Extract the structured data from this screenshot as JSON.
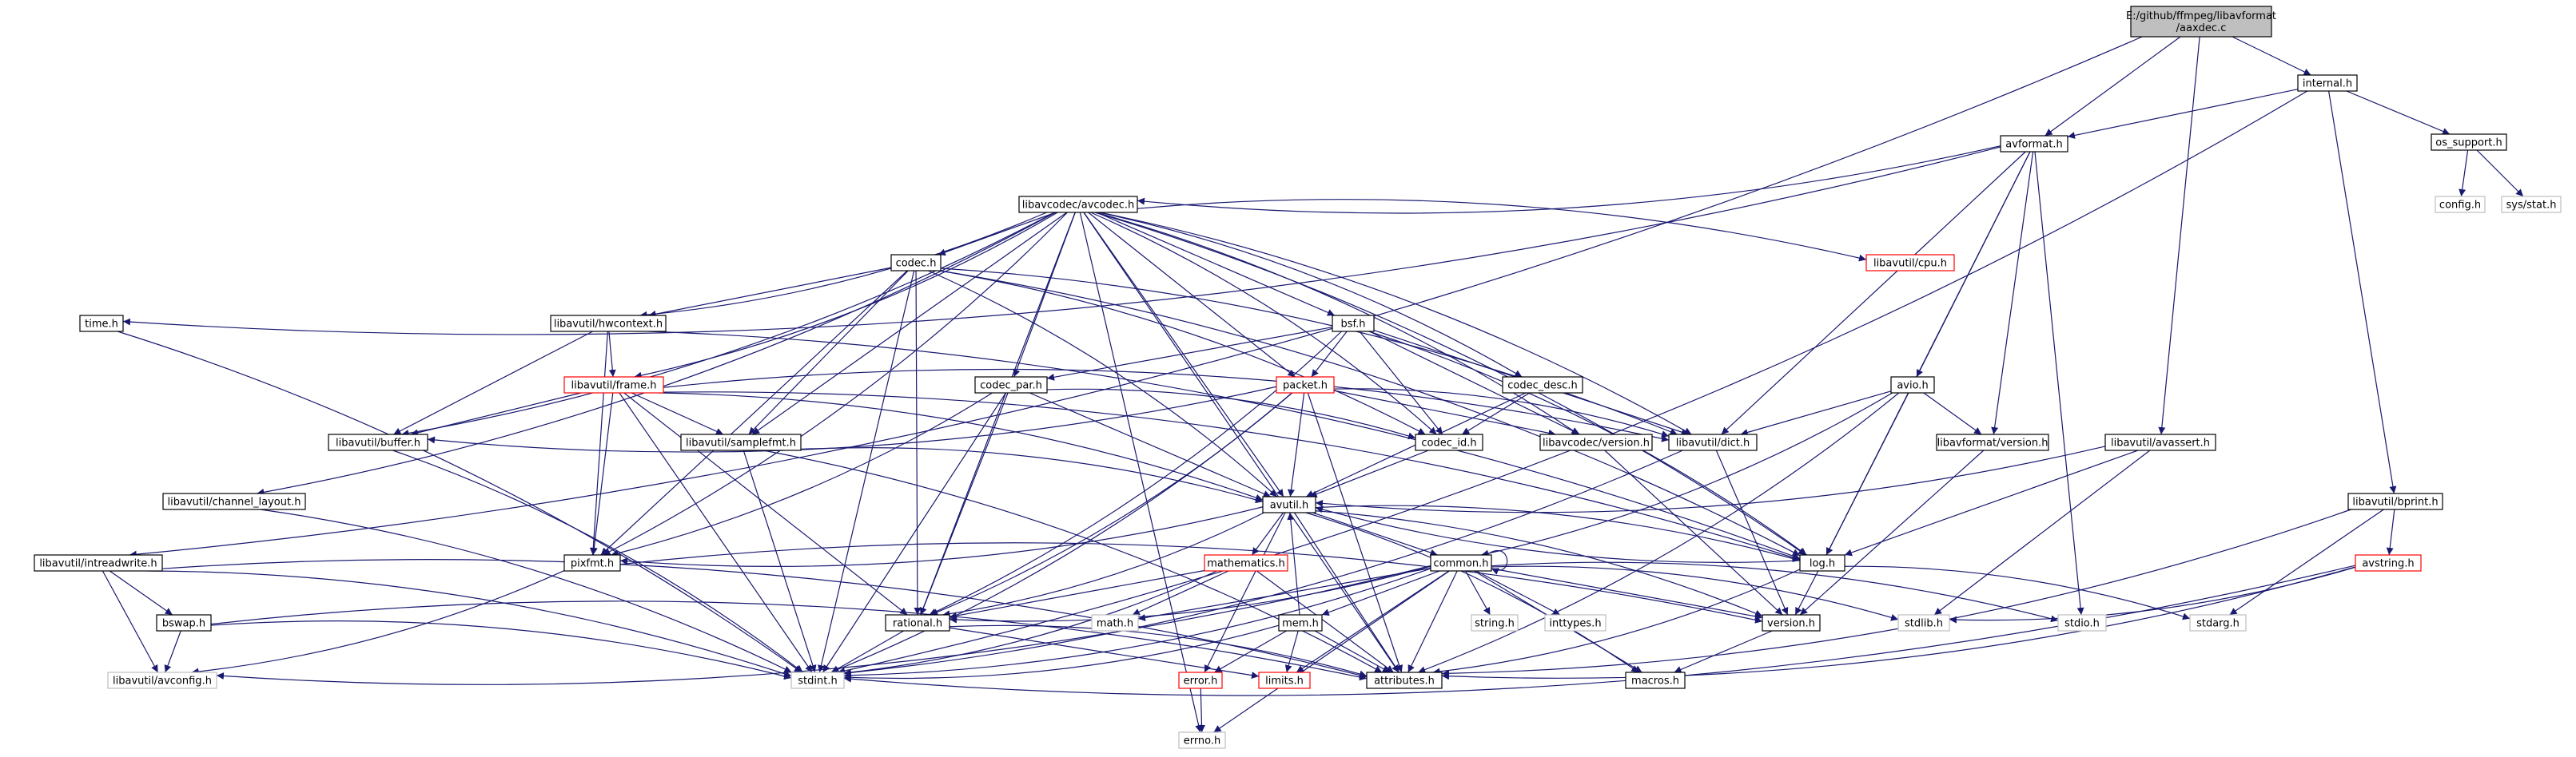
{
  "colors": {
    "edge": "#191970",
    "node_border": "#000000",
    "node_red": "#ff0000",
    "node_gray": "#bfbfbf",
    "root_fill": "#bfbfbf",
    "node_fill": "#ffffff"
  },
  "nodes": [
    {
      "id": "aaxdec",
      "lines": [
        "E:/github/ffmpeg/libavformat",
        "/aaxdec.c"
      ],
      "style": "root"
    },
    {
      "id": "internal",
      "lines": [
        "internal.h"
      ],
      "style": "normal"
    },
    {
      "id": "avformat",
      "lines": [
        "avformat.h"
      ],
      "style": "normal"
    },
    {
      "id": "os_support",
      "lines": [
        "os_support.h"
      ],
      "style": "normal"
    },
    {
      "id": "config",
      "lines": [
        "config.h"
      ],
      "style": "gray"
    },
    {
      "id": "sysstat",
      "lines": [
        "sys/stat.h"
      ],
      "style": "gray"
    },
    {
      "id": "avcodec",
      "lines": [
        "libavcodec/avcodec.h"
      ],
      "style": "normal"
    },
    {
      "id": "codec",
      "lines": [
        "codec.h"
      ],
      "style": "normal"
    },
    {
      "id": "time",
      "lines": [
        "time.h"
      ],
      "style": "normal"
    },
    {
      "id": "hwcontext",
      "lines": [
        "libavutil/hwcontext.h"
      ],
      "style": "normal"
    },
    {
      "id": "cpu",
      "lines": [
        "libavutil/cpu.h"
      ],
      "style": "red"
    },
    {
      "id": "bsf",
      "lines": [
        "bsf.h"
      ],
      "style": "normal"
    },
    {
      "id": "frame",
      "lines": [
        "libavutil/frame.h"
      ],
      "style": "red"
    },
    {
      "id": "codec_par",
      "lines": [
        "codec_par.h"
      ],
      "style": "normal"
    },
    {
      "id": "packet",
      "lines": [
        "packet.h"
      ],
      "style": "red"
    },
    {
      "id": "codec_desc",
      "lines": [
        "codec_desc.h"
      ],
      "style": "normal"
    },
    {
      "id": "avio",
      "lines": [
        "avio.h"
      ],
      "style": "normal"
    },
    {
      "id": "buffer",
      "lines": [
        "libavutil/buffer.h"
      ],
      "style": "normal"
    },
    {
      "id": "samplefmt",
      "lines": [
        "libavutil/samplefmt.h"
      ],
      "style": "normal"
    },
    {
      "id": "codec_id",
      "lines": [
        "codec_id.h"
      ],
      "style": "normal"
    },
    {
      "id": "lavc_version",
      "lines": [
        "libavcodec/version.h"
      ],
      "style": "normal"
    },
    {
      "id": "dict",
      "lines": [
        "libavutil/dict.h"
      ],
      "style": "normal"
    },
    {
      "id": "lavf_version",
      "lines": [
        "libavformat/version.h"
      ],
      "style": "normal"
    },
    {
      "id": "avassert",
      "lines": [
        "libavutil/avassert.h"
      ],
      "style": "normal"
    },
    {
      "id": "channel_layout",
      "lines": [
        "libavutil/channel_layout.h"
      ],
      "style": "normal"
    },
    {
      "id": "avutil",
      "lines": [
        "avutil.h"
      ],
      "style": "normal"
    },
    {
      "id": "bprint",
      "lines": [
        "libavutil/bprint.h"
      ],
      "style": "normal"
    },
    {
      "id": "intreadwrite",
      "lines": [
        "libavutil/intreadwrite.h"
      ],
      "style": "normal"
    },
    {
      "id": "pixfmt",
      "lines": [
        "pixfmt.h"
      ],
      "style": "normal"
    },
    {
      "id": "mathematics",
      "lines": [
        "mathematics.h"
      ],
      "style": "red"
    },
    {
      "id": "common",
      "lines": [
        "common.h"
      ],
      "style": "normal"
    },
    {
      "id": "log",
      "lines": [
        "log.h"
      ],
      "style": "normal"
    },
    {
      "id": "avstring",
      "lines": [
        "avstring.h"
      ],
      "style": "red"
    },
    {
      "id": "bswap",
      "lines": [
        "bswap.h"
      ],
      "style": "normal"
    },
    {
      "id": "rational",
      "lines": [
        "rational.h"
      ],
      "style": "normal"
    },
    {
      "id": "math",
      "lines": [
        "math.h"
      ],
      "style": "gray"
    },
    {
      "id": "mem",
      "lines": [
        "mem.h"
      ],
      "style": "normal"
    },
    {
      "id": "string",
      "lines": [
        "string.h"
      ],
      "style": "gray"
    },
    {
      "id": "inttypes",
      "lines": [
        "inttypes.h"
      ],
      "style": "gray"
    },
    {
      "id": "version",
      "lines": [
        "version.h"
      ],
      "style": "normal"
    },
    {
      "id": "stdlib",
      "lines": [
        "stdlib.h"
      ],
      "style": "gray"
    },
    {
      "id": "stdio",
      "lines": [
        "stdio.h"
      ],
      "style": "gray"
    },
    {
      "id": "stdarg",
      "lines": [
        "stdarg.h"
      ],
      "style": "gray"
    },
    {
      "id": "avconfig",
      "lines": [
        "libavutil/avconfig.h"
      ],
      "style": "gray"
    },
    {
      "id": "stdint",
      "lines": [
        "stdint.h"
      ],
      "style": "gray"
    },
    {
      "id": "error",
      "lines": [
        "error.h"
      ],
      "style": "red"
    },
    {
      "id": "limits",
      "lines": [
        "limits.h"
      ],
      "style": "red"
    },
    {
      "id": "attributes",
      "lines": [
        "attributes.h"
      ],
      "style": "normal"
    },
    {
      "id": "macros",
      "lines": [
        "macros.h"
      ],
      "style": "normal"
    },
    {
      "id": "errno",
      "lines": [
        "errno.h"
      ],
      "style": "gray"
    }
  ],
  "edges": [
    [
      "aaxdec",
      "internal"
    ],
    [
      "aaxdec",
      "avformat"
    ],
    [
      "aaxdec",
      "intreadwrite"
    ],
    [
      "aaxdec",
      "avassert"
    ],
    [
      "internal",
      "avformat"
    ],
    [
      "internal",
      "os_support"
    ],
    [
      "internal",
      "bprint"
    ],
    [
      "internal",
      "stdint"
    ],
    [
      "os_support",
      "config"
    ],
    [
      "os_support",
      "sysstat"
    ],
    [
      "avformat",
      "avcodec"
    ],
    [
      "avformat",
      "time"
    ],
    [
      "avformat",
      "avio"
    ],
    [
      "avformat",
      "dict"
    ],
    [
      "avformat",
      "lavf_version"
    ],
    [
      "avformat",
      "log"
    ],
    [
      "avformat",
      "stdio"
    ],
    [
      "avcodec",
      "codec"
    ],
    [
      "avcodec",
      "hwcontext"
    ],
    [
      "avcodec",
      "cpu"
    ],
    [
      "avcodec",
      "bsf"
    ],
    [
      "avcodec",
      "frame"
    ],
    [
      "avcodec",
      "codec_par"
    ],
    [
      "avcodec",
      "packet"
    ],
    [
      "avcodec",
      "codec_desc"
    ],
    [
      "avcodec",
      "buffer"
    ],
    [
      "avcodec",
      "samplefmt"
    ],
    [
      "avcodec",
      "codec_id"
    ],
    [
      "avcodec",
      "lavc_version"
    ],
    [
      "avcodec",
      "dict"
    ],
    [
      "avcodec",
      "channel_layout"
    ],
    [
      "avcodec",
      "avutil"
    ],
    [
      "avcodec",
      "log"
    ],
    [
      "avcodec",
      "pixfmt"
    ],
    [
      "avcodec",
      "rational"
    ],
    [
      "avcodec",
      "attributes"
    ],
    [
      "avcodec",
      "errno"
    ],
    [
      "codec",
      "hwcontext"
    ],
    [
      "codec",
      "samplefmt"
    ],
    [
      "codec",
      "codec_id"
    ],
    [
      "codec",
      "avutil"
    ],
    [
      "codec",
      "pixfmt"
    ],
    [
      "codec",
      "rational"
    ],
    [
      "codec",
      "log"
    ],
    [
      "codec",
      "dict"
    ],
    [
      "codec",
      "stdint"
    ],
    [
      "hwcontext",
      "buffer"
    ],
    [
      "hwcontext",
      "frame"
    ],
    [
      "hwcontext",
      "pixfmt"
    ],
    [
      "hwcontext",
      "log"
    ],
    [
      "frame",
      "buffer"
    ],
    [
      "frame",
      "samplefmt"
    ],
    [
      "frame",
      "dict"
    ],
    [
      "frame",
      "avutil"
    ],
    [
      "frame",
      "pixfmt"
    ],
    [
      "frame",
      "rational"
    ],
    [
      "frame",
      "log"
    ],
    [
      "frame",
      "stdint"
    ],
    [
      "bsf",
      "codec_par"
    ],
    [
      "bsf",
      "packet"
    ],
    [
      "bsf",
      "codec_id"
    ],
    [
      "bsf",
      "dict"
    ],
    [
      "bsf",
      "lavc_version"
    ],
    [
      "bsf",
      "log"
    ],
    [
      "bsf",
      "rational"
    ],
    [
      "codec_par",
      "codec_id"
    ],
    [
      "codec_par",
      "avutil"
    ],
    [
      "codec_par",
      "pixfmt"
    ],
    [
      "codec_par",
      "rational"
    ],
    [
      "codec_par",
      "stdint"
    ],
    [
      "packet",
      "buffer"
    ],
    [
      "packet",
      "dict"
    ],
    [
      "packet",
      "avutil"
    ],
    [
      "packet",
      "rational"
    ],
    [
      "packet",
      "stdint"
    ],
    [
      "packet",
      "attributes"
    ],
    [
      "packet",
      "lavc_version"
    ],
    [
      "codec_desc",
      "codec_id"
    ],
    [
      "codec_desc",
      "avutil"
    ],
    [
      "avio",
      "dict"
    ],
    [
      "avio",
      "common"
    ],
    [
      "avio",
      "log"
    ],
    [
      "avio",
      "lavf_version"
    ],
    [
      "avio",
      "attributes"
    ],
    [
      "buffer",
      "stdint"
    ],
    [
      "samplefmt",
      "avutil"
    ],
    [
      "samplefmt",
      "attributes"
    ],
    [
      "samplefmt",
      "stdint"
    ],
    [
      "codec_id",
      "avutil"
    ],
    [
      "lavc_version",
      "version"
    ],
    [
      "dict",
      "version"
    ],
    [
      "dict",
      "stdint"
    ],
    [
      "lavf_version",
      "version"
    ],
    [
      "avassert",
      "avutil"
    ],
    [
      "avassert",
      "log"
    ],
    [
      "avassert",
      "stdlib"
    ],
    [
      "channel_layout",
      "stdint"
    ],
    [
      "avutil",
      "common"
    ],
    [
      "avutil",
      "error"
    ],
    [
      "avutil",
      "mathematics"
    ],
    [
      "avutil",
      "rational"
    ],
    [
      "avutil",
      "log"
    ],
    [
      "avutil",
      "pixfmt"
    ],
    [
      "avutil",
      "version"
    ],
    [
      "avutil",
      "attributes"
    ],
    [
      "avutil",
      "macros"
    ],
    [
      "bprint",
      "avstring"
    ],
    [
      "bprint",
      "attributes"
    ],
    [
      "bprint",
      "stdarg"
    ],
    [
      "avstring",
      "attributes"
    ],
    [
      "avstring",
      "stdint"
    ],
    [
      "avstring",
      "stdlib"
    ],
    [
      "intreadwrite",
      "bswap"
    ],
    [
      "intreadwrite",
      "avconfig"
    ],
    [
      "intreadwrite",
      "attributes"
    ],
    [
      "intreadwrite",
      "stdint"
    ],
    [
      "bswap",
      "avconfig"
    ],
    [
      "bswap",
      "attributes"
    ],
    [
      "bswap",
      "stdint"
    ],
    [
      "pixfmt",
      "version"
    ],
    [
      "pixfmt",
      "avconfig"
    ],
    [
      "mathematics",
      "rational"
    ],
    [
      "mathematics",
      "math"
    ],
    [
      "mathematics",
      "stdint"
    ],
    [
      "mathematics",
      "attributes"
    ],
    [
      "common",
      "common"
    ],
    [
      "common",
      "rational"
    ],
    [
      "common",
      "mem"
    ],
    [
      "common",
      "math"
    ],
    [
      "common",
      "string"
    ],
    [
      "common",
      "inttypes"
    ],
    [
      "common",
      "version"
    ],
    [
      "common",
      "stdlib"
    ],
    [
      "common",
      "stdio"
    ],
    [
      "common",
      "limits"
    ],
    [
      "common",
      "attributes"
    ],
    [
      "common",
      "macros"
    ],
    [
      "common",
      "errno"
    ],
    [
      "common",
      "avconfig"
    ],
    [
      "common",
      "stdint"
    ],
    [
      "log",
      "avutil"
    ],
    [
      "log",
      "version"
    ],
    [
      "log",
      "attributes"
    ],
    [
      "log",
      "stdarg"
    ],
    [
      "mem",
      "avutil"
    ],
    [
      "mem",
      "attributes"
    ],
    [
      "mem",
      "limits"
    ],
    [
      "mem",
      "error"
    ],
    [
      "mem",
      "stdint"
    ],
    [
      "rational",
      "attributes"
    ],
    [
      "rational",
      "limits"
    ],
    [
      "rational",
      "stdint"
    ],
    [
      "version",
      "macros"
    ],
    [
      "error",
      "errno"
    ],
    [
      "time",
      "stdint"
    ]
  ]
}
